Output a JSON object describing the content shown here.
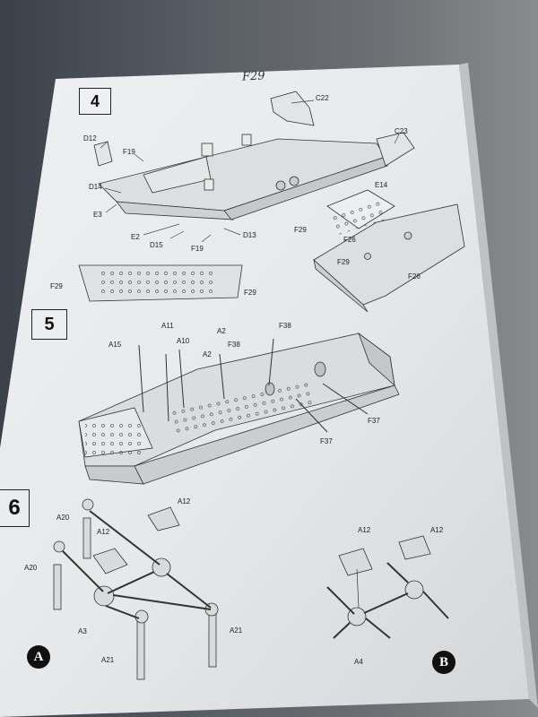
{
  "handwritten_note": "F29",
  "steps": {
    "step4": {
      "number": "4"
    },
    "step5": {
      "number": "5"
    },
    "step6": {
      "number": "6"
    }
  },
  "sub_views": {
    "a": "A",
    "b": "B"
  },
  "labels": {
    "s4": {
      "c22": "C22",
      "c23": "C23",
      "d12": "D12",
      "f19_top": "F19",
      "d14": "D14",
      "e3": "E3",
      "e2": "E2",
      "d15": "D15",
      "f19_bot": "F19",
      "d13": "D13",
      "e14": "E14",
      "f29_a": "F29",
      "f26_a": "F26",
      "f29_b": "F29",
      "f26_b": "F26",
      "f29_c": "F29",
      "f29_d": "F29"
    },
    "s5": {
      "a11": "A11",
      "a2_a": "A2",
      "f38_a": "F38",
      "a15": "A15",
      "a10": "A10",
      "f38_b": "F38",
      "a2_b": "A2",
      "f37_a": "F37",
      "f37_b": "F37"
    },
    "s6": {
      "a20_a": "A20",
      "a12_a": "A12",
      "a12_b": "A12",
      "a20_b": "A20",
      "a3": "A3",
      "a21_a": "A21",
      "a21_b": "A21",
      "a12_c": "A12",
      "a12_d": "A12",
      "a4": "A4"
    }
  }
}
